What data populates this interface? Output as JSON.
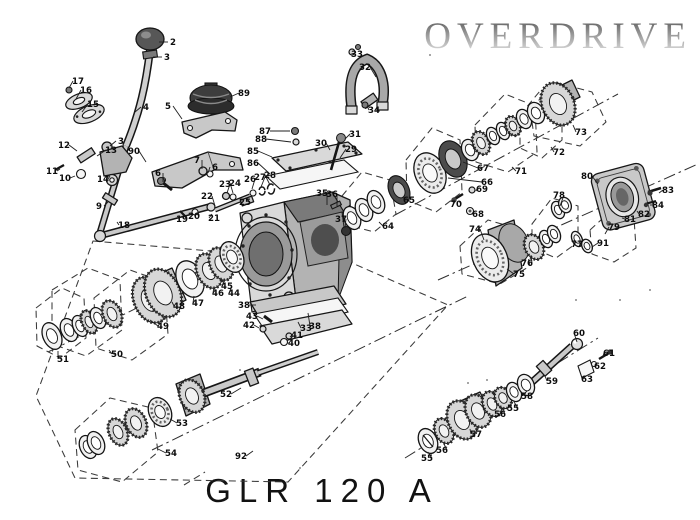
{
  "header": {
    "brand": "OVERDRIVE"
  },
  "footer": {
    "model": "GLR 120 A"
  },
  "diagram": {
    "description": "Exploded parts diagram of gearbox with overdrive unit",
    "labels": [
      [
        "2",
        173,
        45,
        159,
        42
      ],
      [
        "3",
        167,
        60,
        153,
        57
      ],
      [
        "17",
        78,
        84,
        69,
        88
      ],
      [
        "16",
        86,
        93,
        76,
        99
      ],
      [
        "15",
        93,
        107,
        82,
        112
      ],
      [
        "4",
        146,
        110,
        135,
        112
      ],
      [
        "5",
        168,
        109,
        182,
        119
      ],
      [
        "89",
        244,
        96,
        230,
        97
      ],
      [
        "12",
        64,
        148,
        77,
        151
      ],
      [
        "13",
        111,
        153,
        97,
        156
      ],
      [
        "3",
        121,
        144,
        110,
        146
      ],
      [
        "11",
        52,
        174,
        60,
        169
      ],
      [
        "10",
        65,
        181,
        75,
        176
      ],
      [
        "14",
        103,
        182,
        110,
        176
      ],
      [
        "9",
        99,
        209,
        108,
        202
      ],
      [
        "90",
        134,
        154,
        146,
        162
      ],
      [
        "6",
        158,
        176,
        163,
        182
      ],
      [
        "7",
        197,
        163,
        202,
        169
      ],
      [
        "6",
        215,
        170,
        208,
        173
      ],
      [
        "18",
        124,
        228,
        117,
        222
      ],
      [
        "19",
        182,
        222,
        183,
        215
      ],
      [
        "20",
        194,
        219,
        196,
        213
      ],
      [
        "21",
        214,
        221,
        212,
        214
      ],
      [
        "22",
        207,
        199,
        215,
        206
      ],
      [
        "23",
        225,
        187,
        227,
        193
      ],
      [
        "24",
        235,
        186,
        233,
        193
      ],
      [
        "25",
        245,
        205,
        247,
        199
      ],
      [
        "26",
        250,
        182,
        252,
        189
      ],
      [
        "27",
        260,
        180,
        261,
        187
      ],
      [
        "28",
        270,
        178,
        270,
        185
      ],
      [
        "87",
        265,
        134,
        290,
        131
      ],
      [
        "88",
        261,
        142,
        291,
        142
      ],
      [
        "85",
        253,
        154,
        272,
        157
      ],
      [
        "86",
        253,
        166,
        270,
        174
      ],
      [
        "30",
        321,
        146,
        330,
        150
      ],
      [
        "31",
        355,
        137,
        345,
        139
      ],
      [
        "29",
        351,
        152,
        340,
        158
      ],
      [
        "33",
        357,
        57,
        352,
        53
      ],
      [
        "32",
        365,
        70,
        376,
        77
      ],
      [
        "34",
        374,
        113,
        367,
        106
      ],
      [
        "35",
        322,
        196,
        327,
        205
      ],
      [
        "36",
        332,
        197,
        337,
        206
      ],
      [
        "37",
        341,
        222,
        345,
        228
      ],
      [
        "38",
        244,
        308,
        256,
        305
      ],
      [
        "43",
        252,
        319,
        263,
        319
      ],
      [
        "42",
        249,
        328,
        259,
        328
      ],
      [
        "33",
        306,
        331,
        298,
        322
      ],
      [
        "38",
        315,
        329,
        308,
        313
      ],
      [
        "41",
        297,
        338,
        290,
        337
      ],
      [
        "40",
        294,
        346,
        287,
        343
      ],
      [
        "44",
        234,
        296,
        231,
        288
      ],
      [
        "45",
        227,
        289,
        224,
        281
      ],
      [
        "46",
        218,
        296,
        214,
        287
      ],
      [
        "47",
        198,
        306,
        194,
        296
      ],
      [
        "48",
        179,
        309,
        172,
        302
      ],
      [
        "49",
        163,
        329,
        150,
        320
      ],
      [
        "50",
        117,
        357,
        109,
        350
      ],
      [
        "51",
        63,
        362,
        58,
        351
      ],
      [
        "52",
        226,
        397,
        241,
        388
      ],
      [
        "53",
        182,
        426,
        170,
        419
      ],
      [
        "54",
        171,
        456,
        158,
        449
      ],
      [
        "92",
        241,
        459,
        253,
        451
      ],
      [
        "55",
        427,
        461,
        428,
        452
      ],
      [
        "56",
        442,
        453,
        444,
        444
      ],
      [
        "57",
        476,
        437,
        470,
        429
      ],
      [
        "56",
        500,
        417,
        502,
        408
      ],
      [
        "55",
        513,
        411,
        514,
        402
      ],
      [
        "58",
        527,
        399,
        527,
        391
      ],
      [
        "59",
        552,
        384,
        545,
        376
      ],
      [
        "60",
        579,
        336,
        577,
        342
      ],
      [
        "61",
        609,
        356,
        603,
        356
      ],
      [
        "62",
        600,
        369,
        595,
        366
      ],
      [
        "63",
        587,
        382,
        586,
        376
      ],
      [
        "64",
        388,
        229,
        379,
        222
      ],
      [
        "65",
        409,
        203,
        404,
        196
      ],
      [
        "66",
        487,
        185,
        448,
        178
      ],
      [
        "67",
        483,
        171,
        463,
        162
      ],
      [
        "68",
        478,
        217,
        472,
        213
      ],
      [
        "69",
        482,
        192,
        476,
        191
      ],
      [
        "70",
        456,
        207,
        459,
        201
      ],
      [
        "71",
        521,
        174,
        512,
        167
      ],
      [
        "72",
        559,
        155,
        551,
        147
      ],
      [
        "73",
        581,
        135,
        573,
        125
      ],
      [
        "74",
        475,
        232,
        484,
        240
      ],
      [
        "75",
        519,
        277,
        507,
        269
      ],
      [
        "76",
        527,
        266,
        531,
        255
      ],
      [
        "77",
        577,
        247,
        579,
        243
      ],
      [
        "78",
        559,
        198,
        560,
        206
      ],
      [
        "79",
        614,
        230,
        605,
        234
      ],
      [
        "80",
        587,
        179,
        598,
        184
      ],
      [
        "81",
        630,
        222,
        622,
        218
      ],
      [
        "82",
        644,
        217,
        637,
        211
      ],
      [
        "83",
        668,
        193,
        659,
        193
      ],
      [
        "84",
        658,
        208,
        650,
        205
      ],
      [
        "91",
        603,
        246,
        592,
        247
      ]
    ]
  }
}
